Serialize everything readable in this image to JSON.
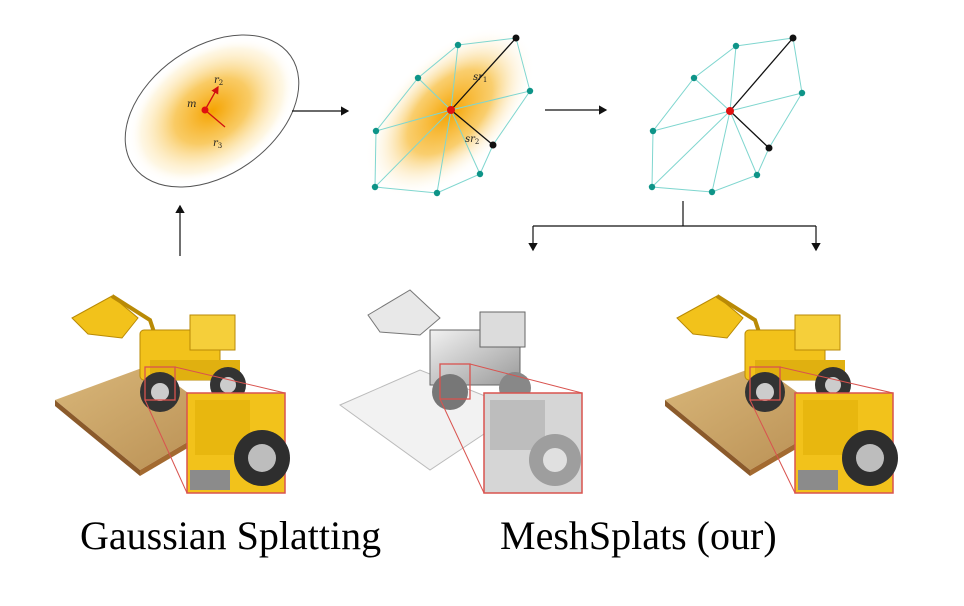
{
  "diagram": {
    "labels": {
      "mean": "m",
      "r2": "r",
      "r2_sub": "2",
      "r3": "r",
      "r3_sub": "3",
      "sr1": "sr",
      "sr1_sub": "1",
      "sr2": "sr",
      "sr2_sub": "2"
    }
  },
  "captions": {
    "left": "Gaussian Splatting",
    "right": "MeshSplats (our)"
  },
  "colors": {
    "gaussian_core": "#f5a300",
    "gaussian_edge": "#fde7b0",
    "mesh_edge": "#7fd6cf",
    "mesh_vertex": "#0e9488",
    "center": "#e01010",
    "axis": "#d11010",
    "outline": "#555555",
    "arrow": "#111111",
    "zoom_frame": "#d9534f",
    "loader_yellow": "#f2c21b",
    "baseplate": "#c9a56b"
  },
  "icons": {
    "loader_render": "lego-bulldozer-color-render",
    "loader_mesh": "lego-bulldozer-gray-mesh-render",
    "zoom_inset": "zoom-inset-magnifier"
  }
}
